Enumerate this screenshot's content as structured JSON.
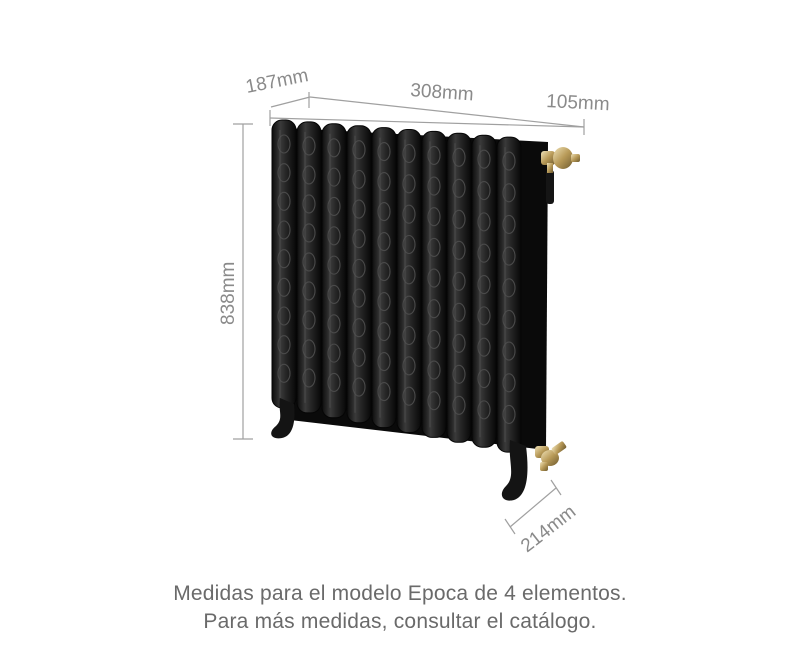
{
  "dimensions": {
    "depth_top": "187mm",
    "width": "308mm",
    "valve_offset": "105mm",
    "height": "838mm",
    "foot_depth": "214mm"
  },
  "caption": {
    "line1": "Medidas para el modelo Epoca de 4 elementos.",
    "line2": "Para más medidas, consultar el catálogo."
  },
  "colors": {
    "dimension_text": "#8a8a8a",
    "dimension_line": "#a0a0a0",
    "radiator_body": "#1c1c1c",
    "valve_brass": "#c8b27a"
  }
}
